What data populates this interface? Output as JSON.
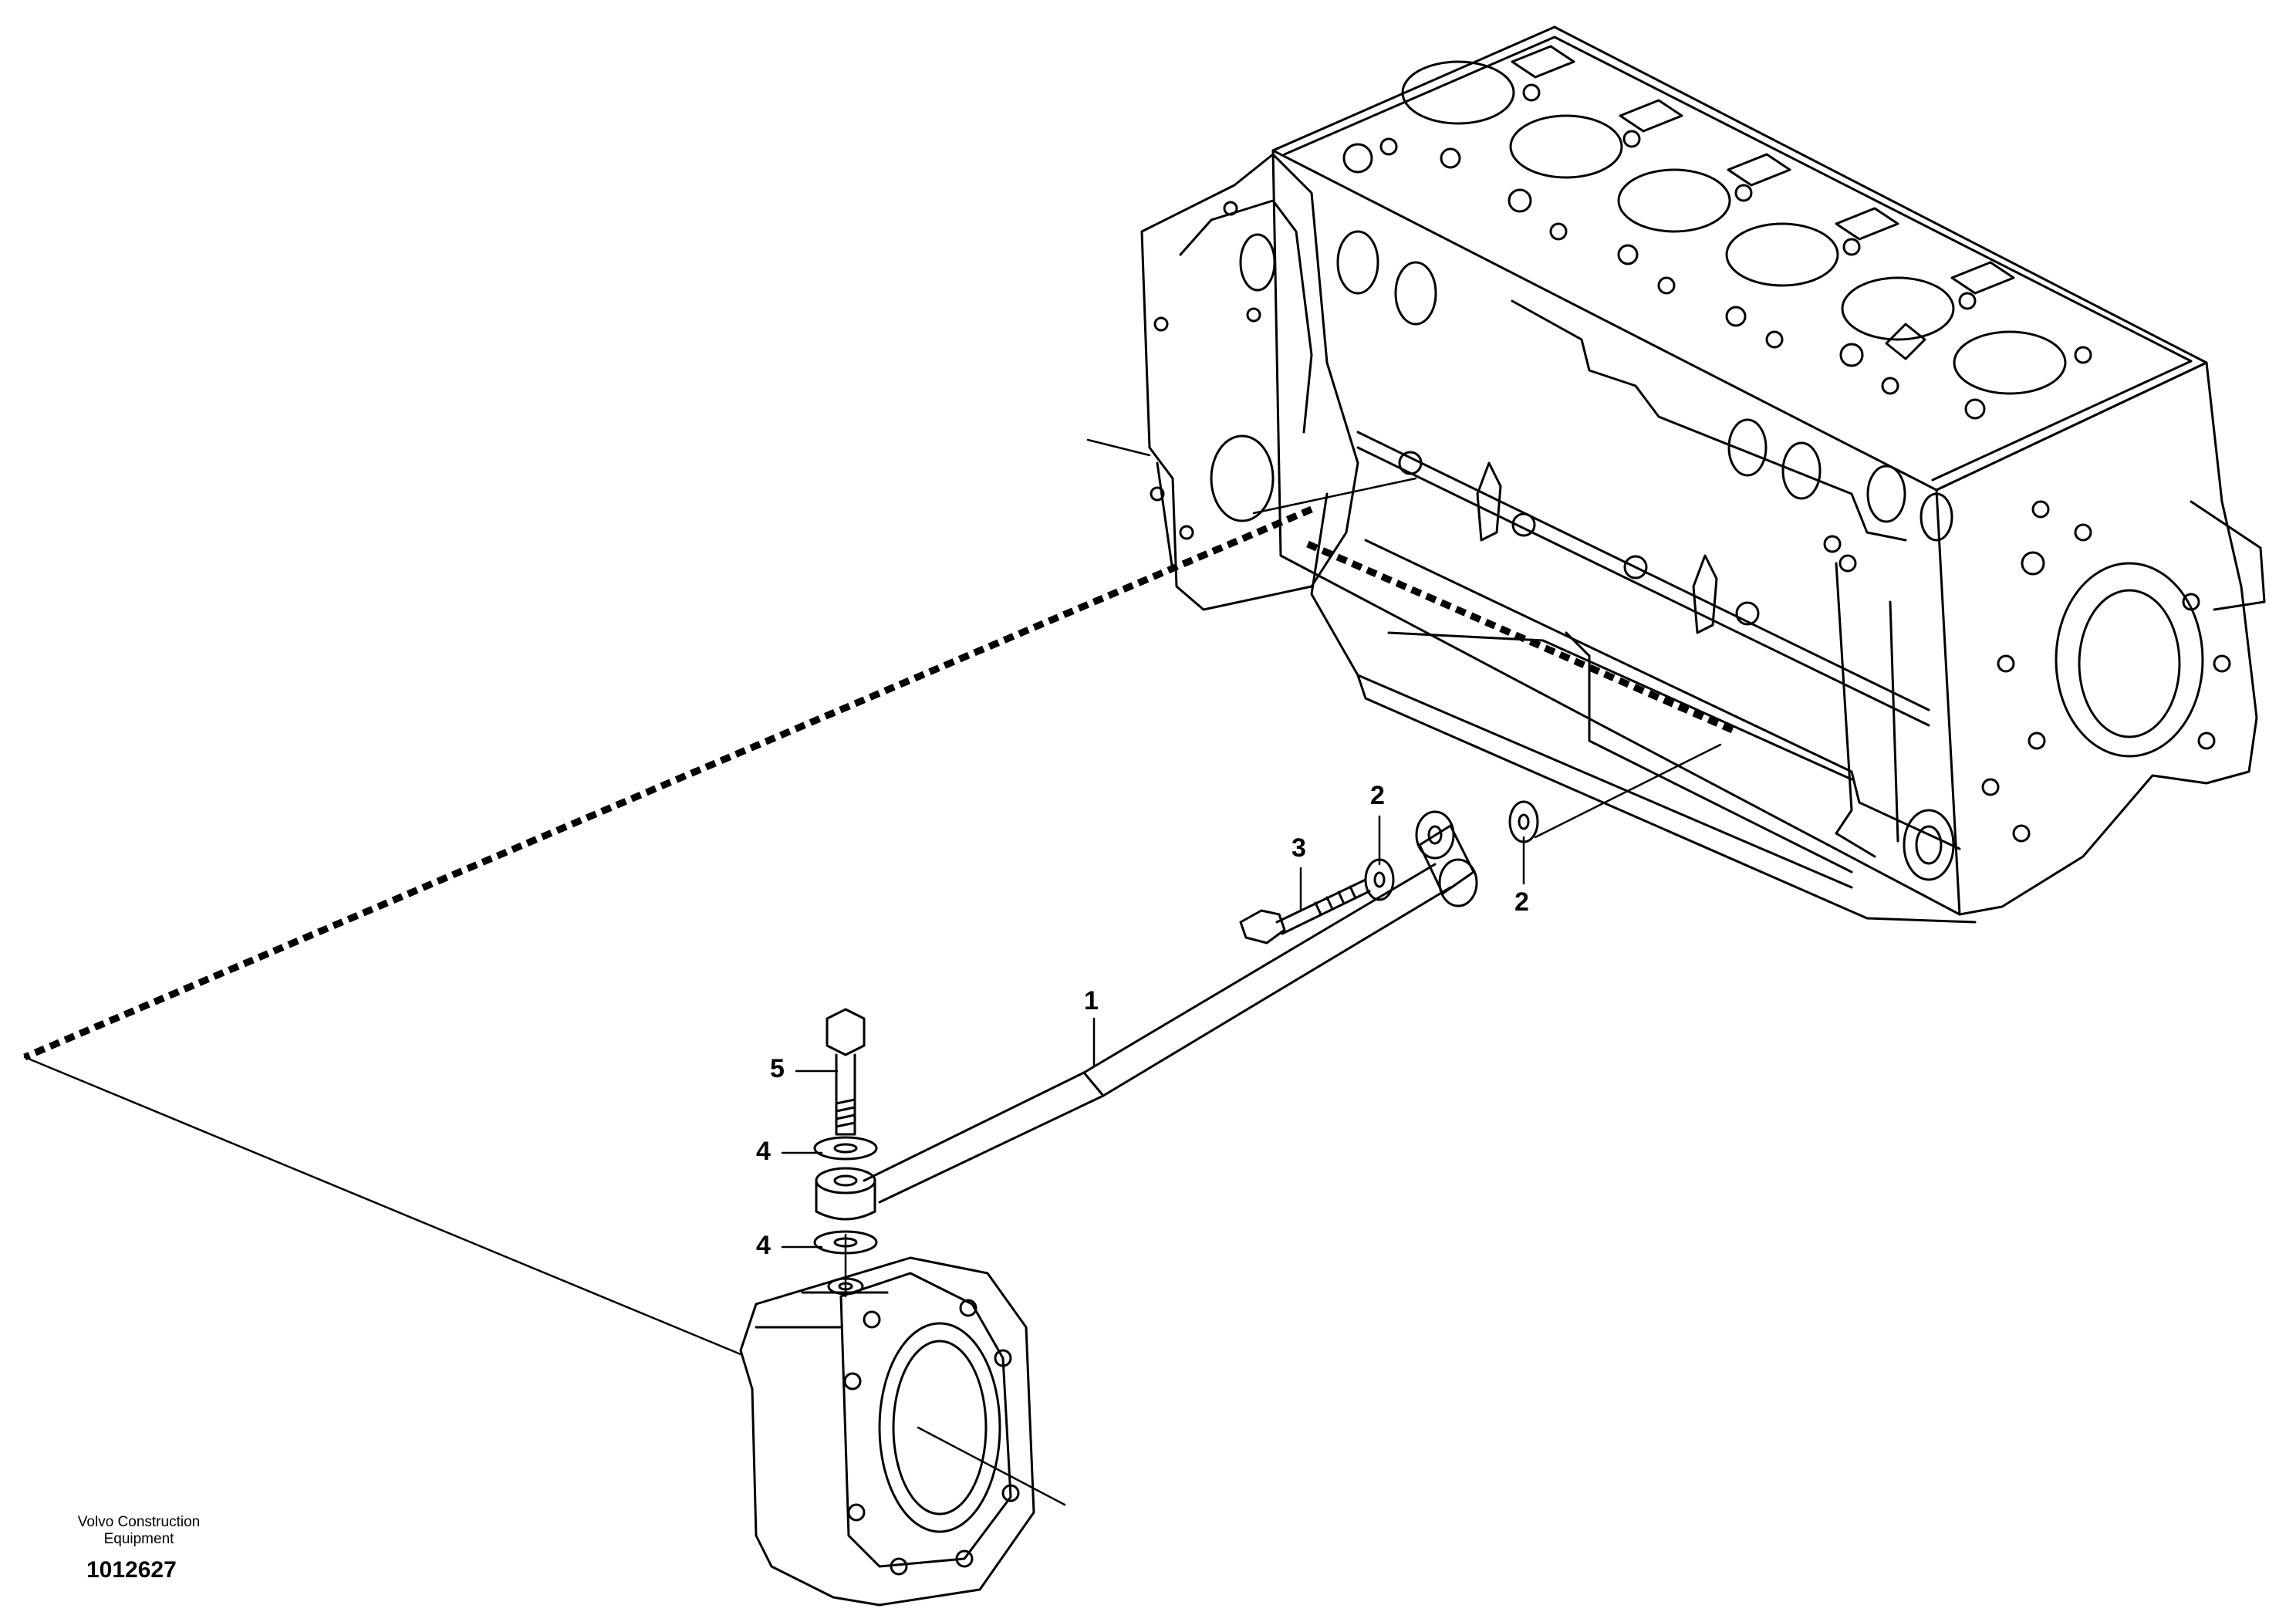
{
  "callouts": {
    "c1": "1",
    "c2a": "2",
    "c2b": "2",
    "c3": "3",
    "c4a": "4",
    "c4b": "4",
    "c5": "5"
  },
  "credit": {
    "line1": "Volvo Construction",
    "line2": "Equipment"
  },
  "doc_number": "1012627"
}
